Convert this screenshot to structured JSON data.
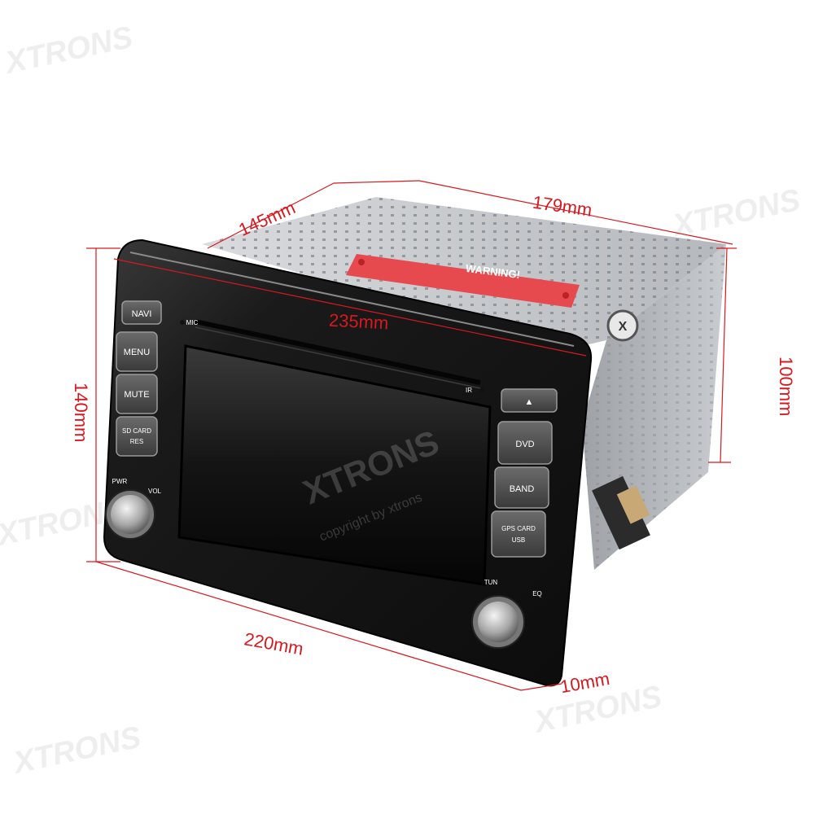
{
  "dimensions": {
    "top_depth": "145mm",
    "top_length": "179mm",
    "face_width": "235mm",
    "left_height": "140mm",
    "right_height": "100mm",
    "bottom_width": "220mm",
    "bezel_depth": "10mm"
  },
  "buttons": {
    "navi": "NAVI",
    "menu": "MENU",
    "mute": "MUTE",
    "sd_card_1": "SD CARD",
    "sd_card_2": "RES",
    "dvd": "DVD",
    "band": "BAND",
    "gps_card_1": "GPS CARD",
    "gps_card_2": "USB",
    "eject": "▲"
  },
  "labels": {
    "mic": "MIC",
    "ir": "IR",
    "pwr": "PWR",
    "vol": "VOL",
    "tun": "TUN",
    "eq": "EQ"
  },
  "sticker": {
    "title": "WARNING!"
  },
  "watermark": {
    "brand": "XTRONS",
    "copyright": "copyright by xtrons"
  },
  "colors": {
    "dimension": "#d71920",
    "chassis": "#bfc2c6",
    "bezel": "#1c1c1c"
  }
}
